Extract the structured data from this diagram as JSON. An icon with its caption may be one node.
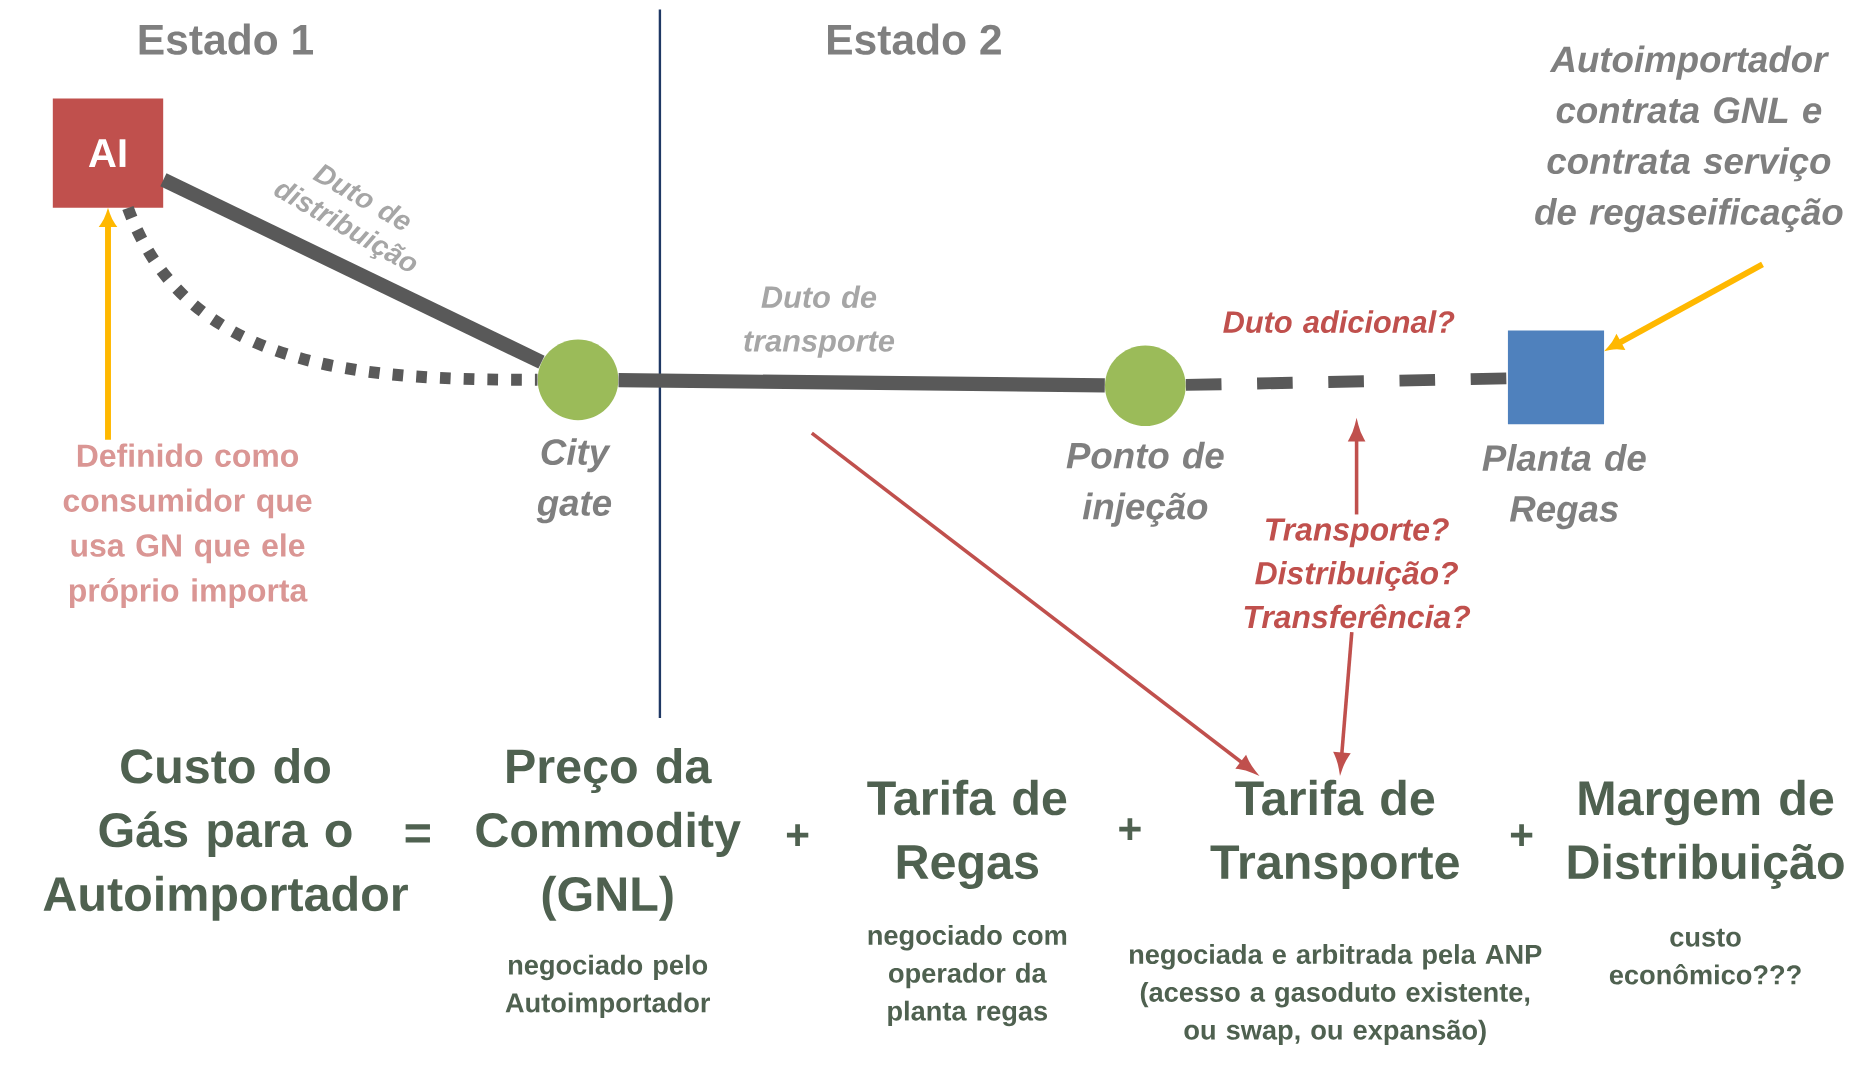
{
  "diagram": {
    "nodes": [
      {
        "text": [
          "AI"
        ]
      },
      {
        "text": [
          "Definido como consumidor que usa GN que ele próprio importa"
        ]
      },
      {
        "text": [],
        "shape": "circle",
        "beside": [
          "City gate"
        ]
      },
      {
        "text": [],
        "shape": "circle",
        "beside": [
          "Ponto de injeção"
        ]
      },
      {
        "text": [],
        "shape": "box",
        "beside": [
          "Planta de Regas"
        ]
      },
      {
        "text": [
          "Autoimportador contrata GNL e contrata serviço de regaseificação"
        ]
      },
      {
        "text": [
          "Transporte? Distribuição? Transferência?"
        ]
      },
      {
        "text": [
          "Tarifa de Transporte"
        ],
        "beside": [
          "negociada e arbitrada pela ANP (acesso a gasoduto existente, ou swap, ou expansão)"
        ]
      }
    ],
    "edges": [
      {
        "from": 0,
        "to": 2,
        "arrow": "none",
        "style": "thick",
        "label": "Duto de distribuição",
        "color": "#595959"
      },
      {
        "from": 0,
        "to": 2,
        "arrow": "none",
        "style": "dashed",
        "color": "#595959"
      },
      {
        "from": 2,
        "to": 3,
        "arrow": "none",
        "style": "thick",
        "label": "Duto de transporte",
        "color": "#595959"
      },
      {
        "from": 3,
        "to": 4,
        "arrow": "none",
        "style": "dashed",
        "label": "Duto adicional?",
        "color": "#595959"
      },
      {
        "from": 1,
        "to": 0,
        "arrow": "to",
        "color": "#ffb800"
      },
      {
        "from": 5,
        "to": 4,
        "arrow": "to",
        "color": "#ffb800"
      },
      {
        "from": 6,
        "to": null,
        "arrow": "to",
        "color": "#c0504d"
      },
      {
        "from": 6,
        "to": 7,
        "arrow": "to",
        "color": "#c0504d"
      },
      {
        "from": null,
        "to": 7,
        "arrow": "to",
        "color": "#c0504d"
      }
    ],
    "labels": [
      "Estado 1",
      "Estado 2",
      "Custo do Gás para o Autoimportador",
      "=",
      "Preço da Commodity (GNL)",
      "+",
      "Tarifa de Regas",
      "+",
      "+",
      "Margem de Distribuição",
      "negociado pelo Autoimportador",
      "negociado com operador da planta regas",
      "custo econômico???"
    ]
  }
}
